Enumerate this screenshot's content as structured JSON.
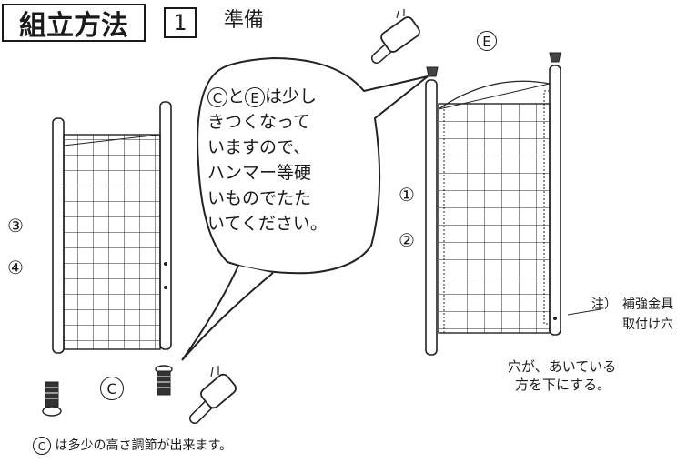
{
  "header": {
    "title": "組立方法",
    "step_number": "1",
    "step_label": "準備"
  },
  "bubble": {
    "line1_rest": "と",
    "line1_rest2": "は少し",
    "line2": "きつくなって",
    "line3": "いますので、",
    "line4": "ハンマー等硬",
    "line5": "いものでたた",
    "line6": "いてください。"
  },
  "parts": {
    "c": "C",
    "e": "E",
    "p1": "①",
    "p2": "②",
    "p3": "③",
    "p4": "④"
  },
  "notes": {
    "note_prefix": "注）",
    "note_line1": "補強金具",
    "note_line2": "取付け穴",
    "hole_line1": "穴が、あいている",
    "hole_line2": "方を下にする。",
    "bottom_note": "は多少の高さ調節が出来ます。"
  }
}
